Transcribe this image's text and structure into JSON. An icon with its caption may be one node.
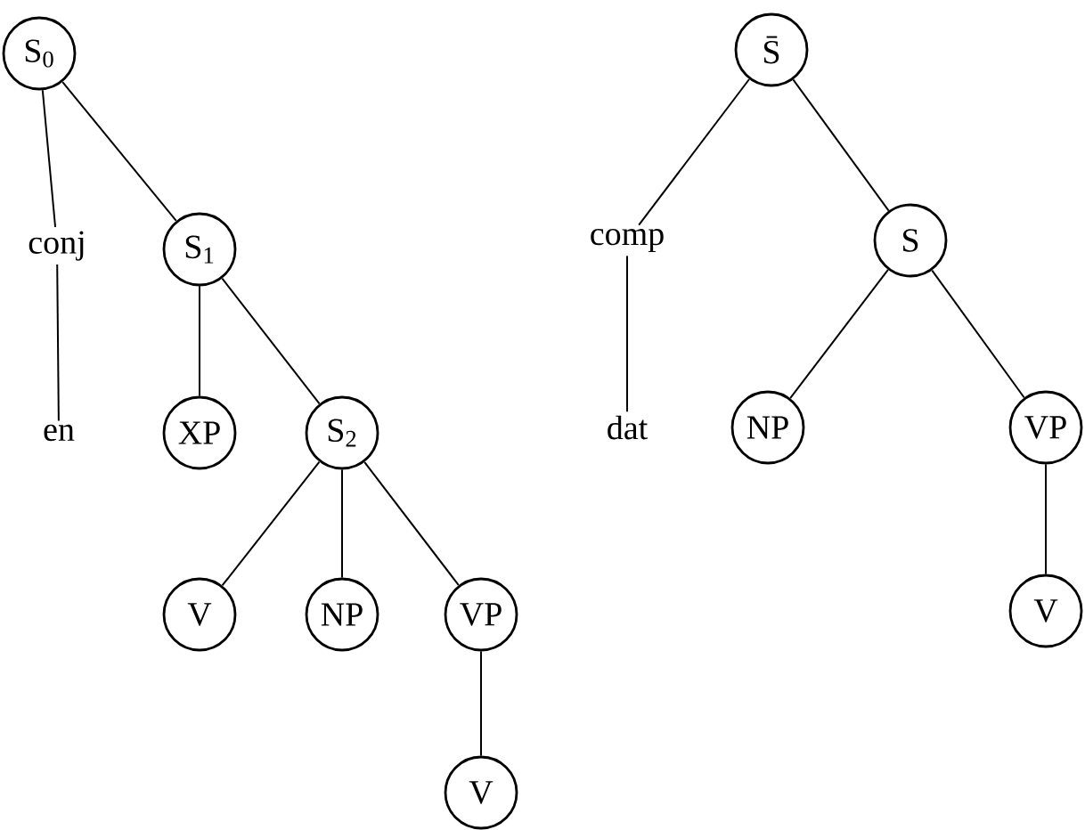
{
  "diagram": {
    "nodes": [
      {
        "text": [
          "S$_{0}$"
        ]
      },
      {
        "text": [
          "conj"
        ]
      },
      {
        "text": [
          "en"
        ]
      },
      {
        "text": [
          "S$_{1}$"
        ]
      },
      {
        "text": [
          "XP"
        ]
      },
      {
        "text": [
          "S$_{2}$"
        ]
      },
      {
        "text": [
          "V"
        ]
      },
      {
        "text": [
          "NP"
        ]
      },
      {
        "text": [
          "VP"
        ]
      },
      {
        "text": [
          "V"
        ]
      },
      {
        "text": [
          "S̄"
        ]
      },
      {
        "text": [
          "comp"
        ]
      },
      {
        "text": [
          "dat"
        ]
      },
      {
        "text": [
          "S"
        ]
      },
      {
        "text": [
          "NP"
        ]
      },
      {
        "text": [
          "VP"
        ]
      },
      {
        "text": [
          "V"
        ]
      }
    ],
    "edges": [
      {
        "from": 0,
        "to": 1,
        "arrow": "none"
      },
      {
        "from": 1,
        "to": 2,
        "arrow": "none"
      },
      {
        "from": 0,
        "to": 3,
        "arrow": "none"
      },
      {
        "from": 3,
        "to": 4,
        "arrow": "none"
      },
      {
        "from": 3,
        "to": 5,
        "arrow": "none"
      },
      {
        "from": 5,
        "to": 6,
        "arrow": "none"
      },
      {
        "from": 5,
        "to": 7,
        "arrow": "none"
      },
      {
        "from": 5,
        "to": 8,
        "arrow": "none"
      },
      {
        "from": 8,
        "to": 9,
        "arrow": "none"
      },
      {
        "from": 10,
        "to": 11,
        "arrow": "none"
      },
      {
        "from": 11,
        "to": 12,
        "arrow": "none"
      },
      {
        "from": 10,
        "to": 13,
        "arrow": "none"
      },
      {
        "from": 13,
        "to": 14,
        "arrow": "none"
      },
      {
        "from": 13,
        "to": 15,
        "arrow": "none"
      },
      {
        "from": 15,
        "to": 16,
        "arrow": "none"
      }
    ]
  }
}
